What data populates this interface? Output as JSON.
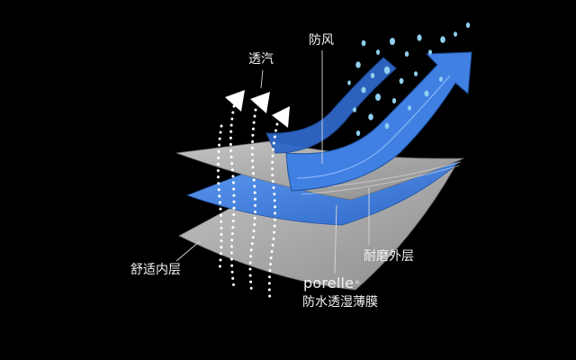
{
  "labels": {
    "breathable": "透汽",
    "windproof": "防风",
    "comfort_inner_layer": "舒适内层",
    "wear_resistant_outer_layer": "耐磨外层",
    "membrane_brand": "porelle",
    "membrane_brand_mark": "®",
    "membrane_name": "防水透湿薄膜"
  },
  "colors": {
    "background": "#000000",
    "gray_layer": "#a9a9a9",
    "blue_layer": "#3f80e2",
    "arrow_white": "#ffffff",
    "water_droplet": "#8fd0ef",
    "leader_line": "#d8d8d8"
  }
}
